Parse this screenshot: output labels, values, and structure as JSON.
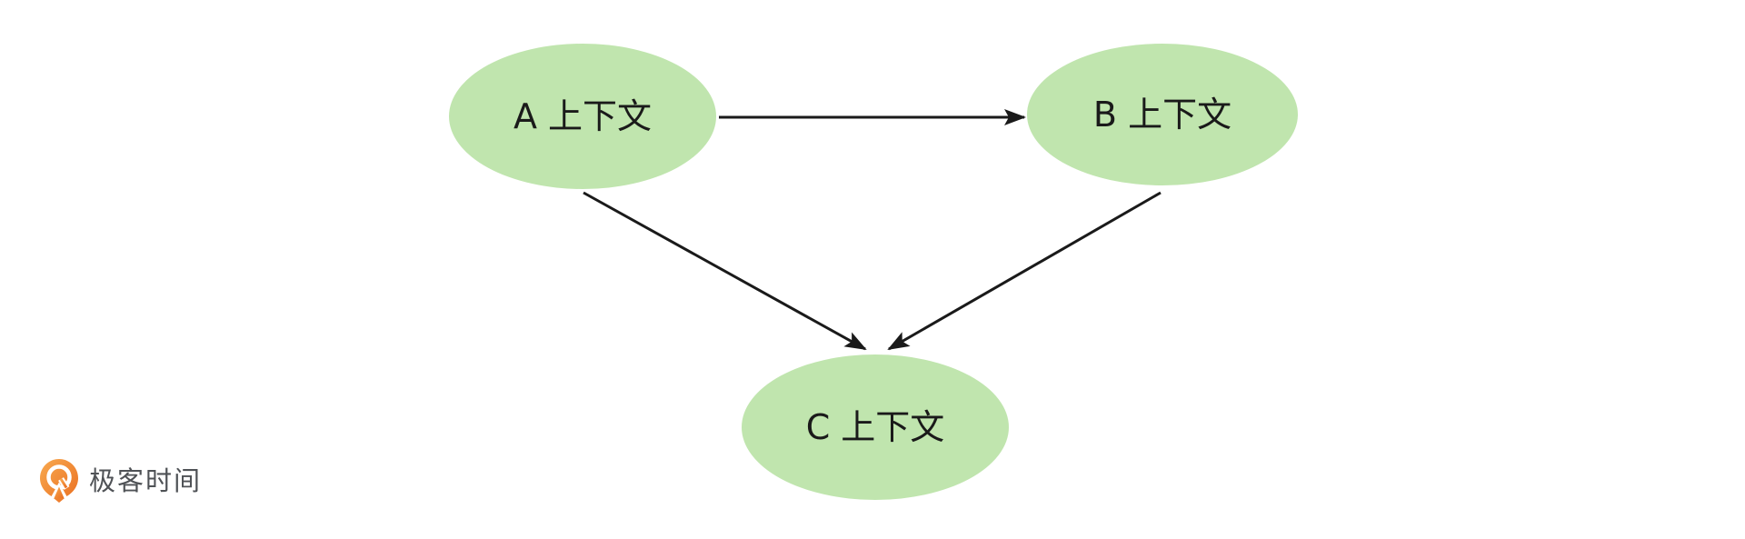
{
  "diagram": {
    "type": "flow-diagram",
    "background_color": "#ffffff",
    "node_fill_color": "#c0e5ae",
    "node_text_color": "#1a1a1a",
    "arrow_color": "#1a1a1a",
    "nodes": [
      {
        "id": "A",
        "label": "A 上下文",
        "shape": "ellipse"
      },
      {
        "id": "B",
        "label": "B 上下文",
        "shape": "ellipse"
      },
      {
        "id": "C",
        "label": "C 上下文",
        "shape": "ellipse"
      }
    ],
    "edges": [
      {
        "from": "A",
        "to": "B",
        "style": "arrow"
      },
      {
        "from": "A",
        "to": "C",
        "style": "arrow"
      },
      {
        "from": "B",
        "to": "C",
        "style": "arrow"
      }
    ]
  },
  "branding": {
    "logo_text": "极客时间",
    "logo_icon": "geektime-pin-icon",
    "logo_icon_color": "#ee7c2b",
    "logo_text_color": "#4f5256"
  }
}
